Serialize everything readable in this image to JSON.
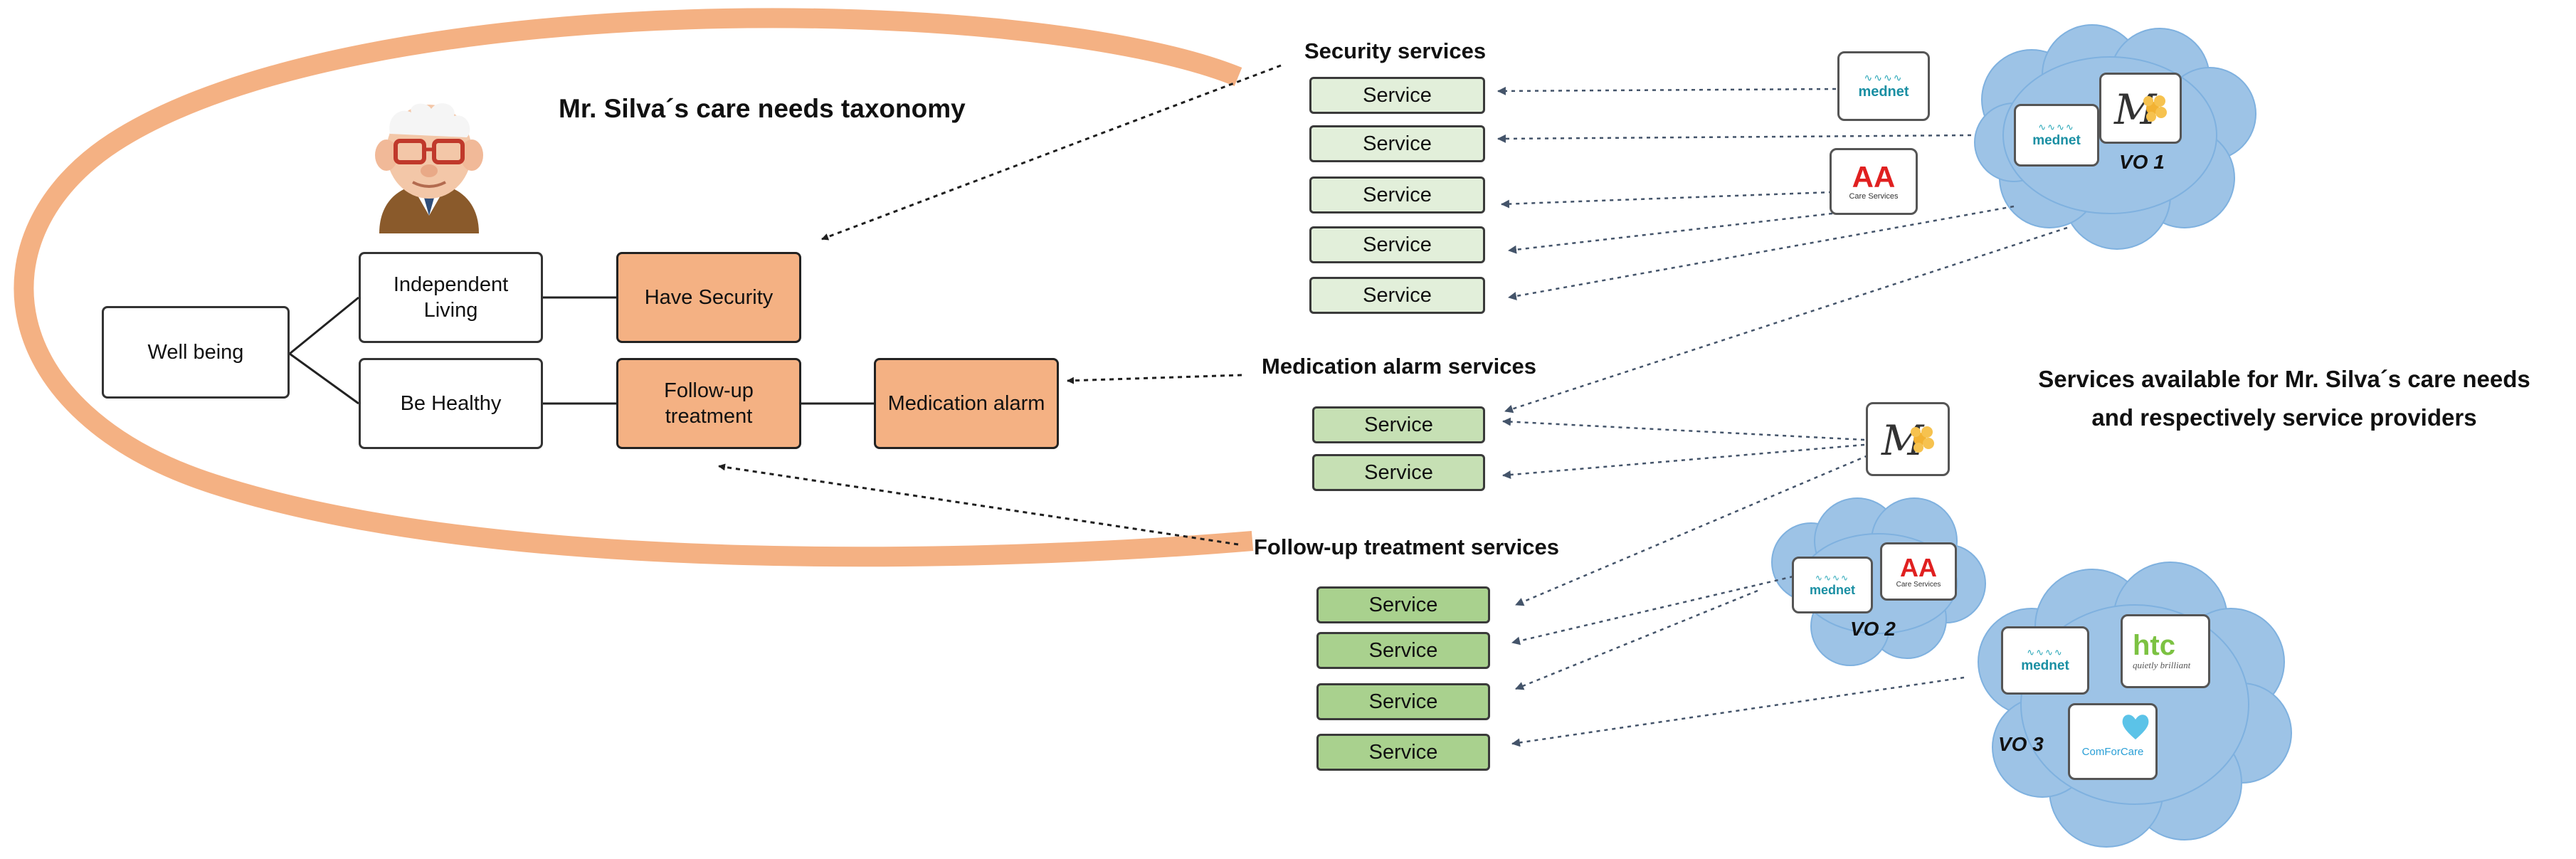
{
  "taxonomy": {
    "title": "Mr. Silva´s care needs taxonomy",
    "nodes": {
      "well_being": "Well being",
      "independent_living": "Independent\nLiving",
      "be_healthy": "Be Healthy",
      "have_security": "Have Security",
      "follow_up": "Follow-up\ntreatment",
      "medication_alarm": "Medication alarm"
    }
  },
  "services": {
    "security_heading": "Security services",
    "medication_heading": "Medication alarm services",
    "followup_heading": "Follow-up treatment services",
    "service_label": "Service"
  },
  "providers_caption": "Services available for Mr. Silva´s care needs\nand respectively service providers",
  "logos": {
    "mednet": "mednet",
    "aa": "AA",
    "aa_sub": "Care Services",
    "htc": "htc",
    "htc_sub": "quietly brilliant",
    "comforcare": "ComForCare"
  },
  "clouds": {
    "vo1": "VO 1",
    "vo2": "VO 2",
    "vo3": "VO 3"
  },
  "colors": {
    "ellipse": "#f4b183",
    "orange_node": "#f4b183",
    "security_service": "#e2efda",
    "medication_service": "#c6e0b4",
    "followup_service": "#a9d18e",
    "cloud": "#9dc3e6",
    "arrow": "#44546a"
  }
}
